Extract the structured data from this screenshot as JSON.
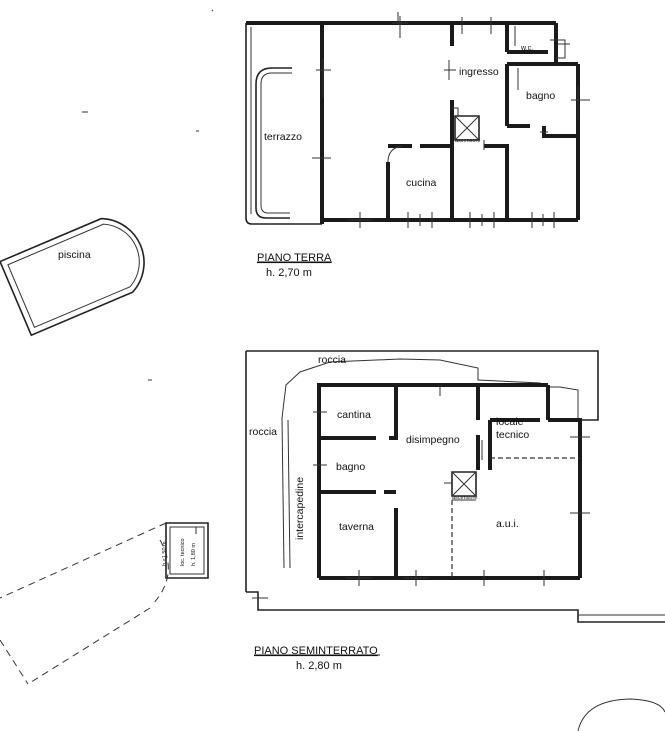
{
  "ground_floor": {
    "title": "PIANO TERRA",
    "height": "h. 2,70 m",
    "rooms": {
      "terrazzo": "terrazzo",
      "ingresso": "ingresso",
      "wc": "w.c.",
      "bagno": "bagno",
      "cucina": "cucina",
      "ascensore": "ascensore"
    }
  },
  "pool": {
    "label": "piscina"
  },
  "basement": {
    "title": "PIANO SEMINTERRATO",
    "height": "h. 2,80 m",
    "rooms": {
      "roccia_top": "roccia",
      "roccia_left": "roccia",
      "cantina": "cantina",
      "disimpegno": "disimpegno",
      "locale_tecnico_1": "locale",
      "locale_tecnico_2": "tecnico",
      "bagno": "bagno",
      "taverna": "taverna",
      "aui": "a.u.i.",
      "intercapedine": "intercapedine",
      "ascensore": "ascensore"
    }
  },
  "tech_room": {
    "h1": "h.<1,50 m",
    "label": "loc. tecnico",
    "h2": "h. 1,80 m"
  }
}
